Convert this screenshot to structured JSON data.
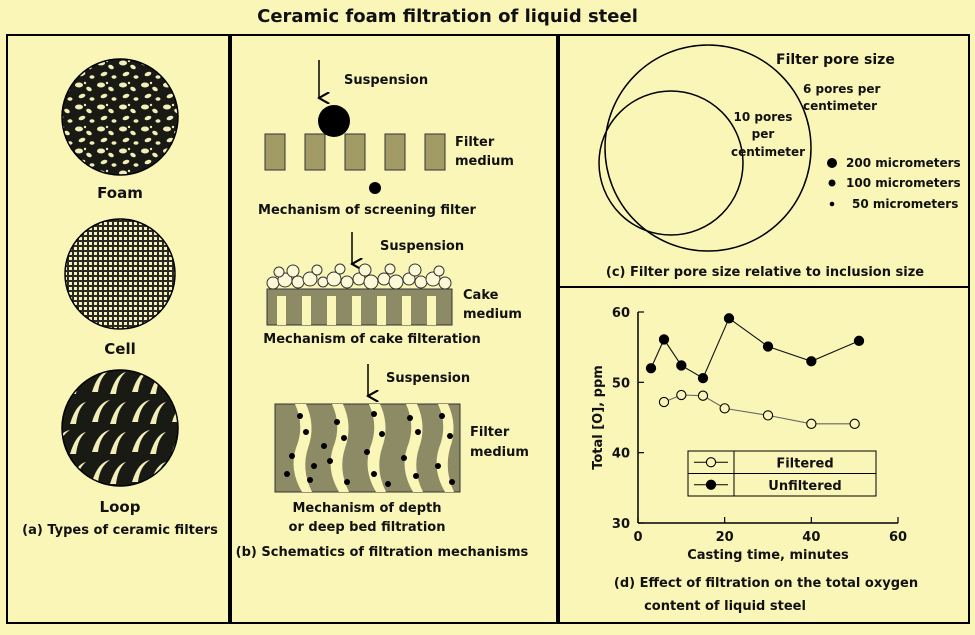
{
  "title": "Ceramic foam filtration of liquid steel",
  "panel_a": {
    "foam_label": "Foam",
    "cell_label": "Cell",
    "loop_label": "Loop",
    "caption": "(a) Types of ceramic filters"
  },
  "panel_b": {
    "screening": {
      "suspension": "Suspension",
      "medium_line1": "Filter",
      "medium_line2": "medium",
      "caption": "Mechanism of screening filter"
    },
    "cake": {
      "suspension": "Suspension",
      "medium_line1": "Cake",
      "medium_line2": "medium",
      "caption": "Mechanism of cake filteration"
    },
    "depth": {
      "suspension": "Suspension",
      "medium_line1": "Filter",
      "medium_line2": "medium",
      "caption_line1": "Mechanism of depth",
      "caption_line2": "or deep bed filtration"
    },
    "caption": "(b) Schematics of filtration mechanisms"
  },
  "panel_c": {
    "heading": "Filter pore size",
    "outer_line1": "6 pores per",
    "outer_line2": "centimeter",
    "inner_line1": "10 pores",
    "inner_line2": "per",
    "inner_line3": "centimeter",
    "legend": [
      "200 micrometers",
      "100 micrometers",
      "50 micrometers"
    ],
    "caption": "(c) Filter pore size relative to inclusion size"
  },
  "panel_d": {
    "caption_line1": "(d) Effect of filtration on the total oxygen",
    "caption_line2": "content of liquid steel"
  },
  "chart_data": {
    "type": "line",
    "xlabel": "Casting time, minutes",
    "ylabel": "Total [O], ppm",
    "xlim": [
      0,
      60
    ],
    "ylim": [
      30,
      60
    ],
    "xticks": [
      "0",
      "20",
      "40",
      "60"
    ],
    "yticks": [
      "30",
      "40",
      "50",
      "60"
    ],
    "legend_position": "lower-right",
    "grid": false,
    "series": [
      {
        "name": "Filtered",
        "marker": "open-circle",
        "x": [
          6,
          10,
          15,
          20,
          30,
          40,
          50
        ],
        "y": [
          47.2,
          48.2,
          48.1,
          46.3,
          45.3,
          44.1,
          44.1
        ]
      },
      {
        "name": "Unfiltered",
        "marker": "filled-circle",
        "x": [
          3,
          6,
          10,
          15,
          21,
          30,
          40,
          51
        ],
        "y": [
          52.0,
          56.1,
          52.4,
          50.6,
          59.1,
          55.1,
          53.0,
          55.9
        ]
      }
    ]
  }
}
